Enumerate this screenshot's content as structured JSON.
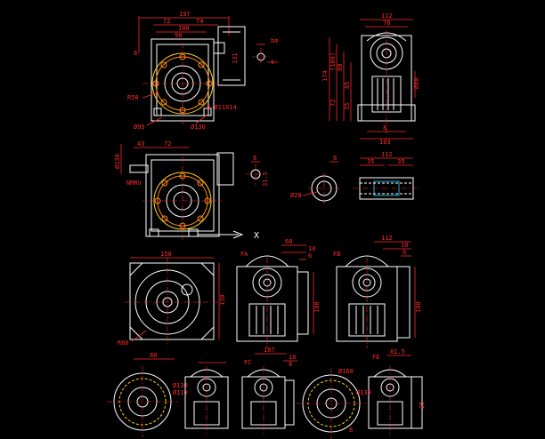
{
  "colors": {
    "background": "#000000",
    "outline": "#ffffff",
    "dimension": "#ff2a2a",
    "flange": "#ffd21a",
    "bolts": "#ff8a1a",
    "hidden": "#2ad6ff"
  },
  "view_front": {
    "d_197": "197",
    "d_72": "72",
    "d_74": "74",
    "d_100": "100",
    "d_90": "90",
    "d_8": "8",
    "d_131": "131",
    "r58": "R58",
    "hole": "8-Ø11X14",
    "d_95": "Ø95",
    "d_130": "Ø130"
  },
  "view_key": {
    "bm": "bm",
    "t": "t"
  },
  "view_side": {
    "d_112": "112",
    "d_70": "70",
    "d_174": "174",
    "d_100": "(100)",
    "d_80": "80",
    "d_85": "85",
    "d_72": "72",
    "d_35": "35",
    "d_60": "Ø60",
    "d_103": "103",
    "d_8": "8"
  },
  "view_mid": {
    "d_43": "43",
    "d_72": "72",
    "d_130": "Ø130",
    "nmrv": "NMRV"
  },
  "view_mid_key": {
    "d_8": "8",
    "d_31": "31.5"
  },
  "view_shaft": {
    "d_8": "8",
    "d_112": "112",
    "d_35a": "35",
    "d_35b": "35",
    "d_28": "Ø28"
  },
  "axis": {
    "x": "X"
  },
  "view_flange": {
    "d_150": "150",
    "d_130": "130",
    "r60": "R60"
  },
  "view_fa": {
    "label": "FA",
    "d_60": "60",
    "d_10": "10",
    "d_6": "6",
    "d_100": "100"
  },
  "view_fb": {
    "label": "FB",
    "d_112": "112",
    "d_10": "10",
    "d_6": "6",
    "d_100": "100"
  },
  "view_bottom": {
    "d_80": "80",
    "d_110": "Ø110",
    "d_130": "Ø130",
    "fc": "FC",
    "d_107": "107",
    "d_10": "10",
    "d_8": "8",
    "d_160": "Ø160",
    "d_8b": "8",
    "fe": "FE",
    "d_81": "81.5",
    "d_130b": "Ø130",
    "d_25": "25"
  }
}
